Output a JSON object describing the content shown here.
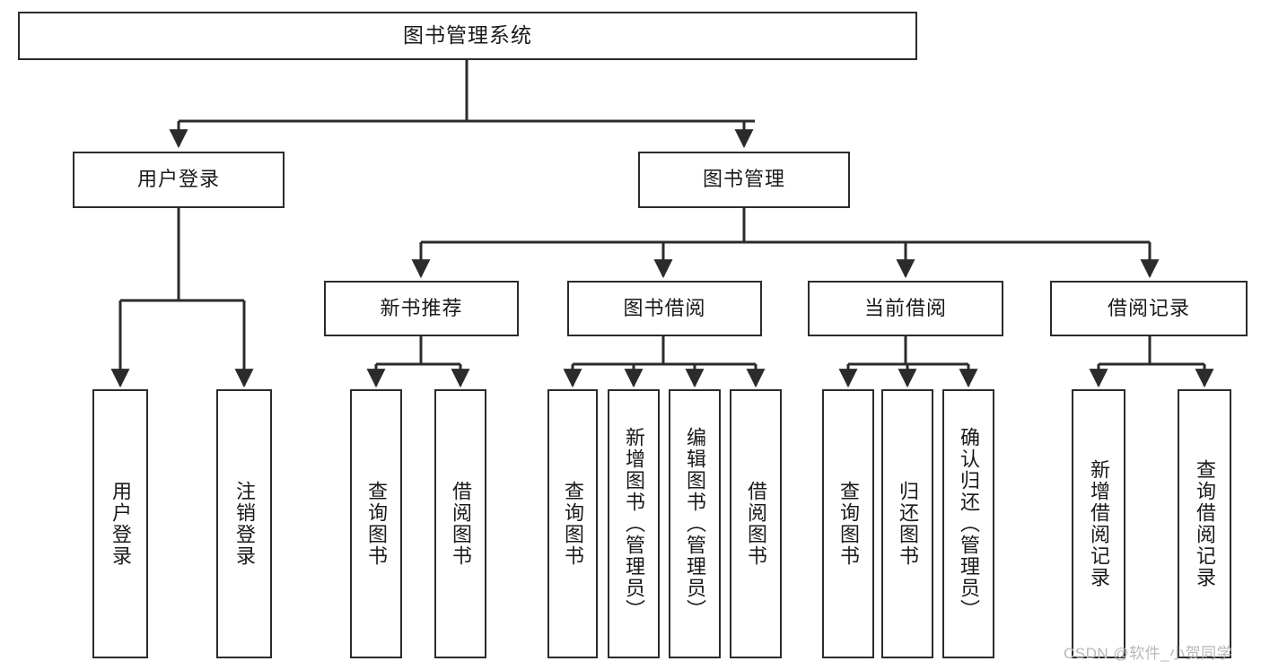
{
  "diagram": {
    "title": "图书管理系统",
    "type": "tree-hierarchy-chart",
    "levels": {
      "root": {
        "label": "图书管理系统"
      },
      "level2": [
        {
          "id": "user-login",
          "label": "用户登录"
        },
        {
          "id": "book-management",
          "label": "图书管理"
        }
      ],
      "level3": [
        {
          "id": "new-book-recommend",
          "label": "新书推荐"
        },
        {
          "id": "book-borrow",
          "label": "图书借阅"
        },
        {
          "id": "current-borrow",
          "label": "当前借阅"
        },
        {
          "id": "borrow-record",
          "label": "借阅记录"
        }
      ],
      "leaves": [
        {
          "id": "leaf-user-login",
          "label": "用户登录",
          "parent": "user-login"
        },
        {
          "id": "leaf-logout-login",
          "label": "注销登录",
          "parent": "user-login"
        },
        {
          "id": "leaf-query-book-1",
          "label": "查询图书",
          "parent": "new-book-recommend"
        },
        {
          "id": "leaf-borrow-book-1",
          "label": "借阅图书",
          "parent": "new-book-recommend"
        },
        {
          "id": "leaf-query-book-2",
          "label": "查询图书",
          "parent": "book-borrow"
        },
        {
          "id": "leaf-add-book",
          "label": "新增图书（管理员）",
          "parent": "book-borrow"
        },
        {
          "id": "leaf-edit-book",
          "label": "编辑图书（管理员）",
          "parent": "book-borrow"
        },
        {
          "id": "leaf-borrow-book-2",
          "label": "借阅图书",
          "parent": "book-borrow"
        },
        {
          "id": "leaf-query-book-3",
          "label": "查询图书",
          "parent": "current-borrow"
        },
        {
          "id": "leaf-return-book",
          "label": "归还图书",
          "parent": "current-borrow"
        },
        {
          "id": "leaf-confirm-return",
          "label": "确认归还（管理员）",
          "parent": "current-borrow"
        },
        {
          "id": "leaf-add-record",
          "label": "新增借阅记录",
          "parent": "borrow-record"
        },
        {
          "id": "leaf-query-record",
          "label": "查询借阅记录",
          "parent": "borrow-record"
        }
      ]
    },
    "colors": {
      "box_border": "#2b2b2b",
      "box_fill": "#ffffff",
      "connector": "#2b2b2b",
      "background": "#ffffff",
      "watermark": "#b8b8b8"
    }
  },
  "watermark": {
    "text": "CSDN @软件_小贺同学"
  }
}
